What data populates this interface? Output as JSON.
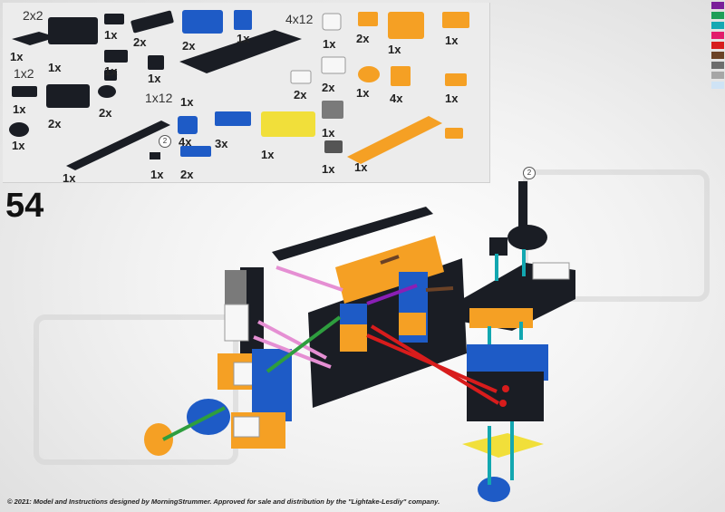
{
  "parts_list": {
    "labels": {
      "dim_2x2": "2x2",
      "dim_1x2": "1x2",
      "dim_4x12": "4x12",
      "dim_1x12": "1x12",
      "callout_2": "2"
    },
    "quantities": [
      "1x",
      "1x",
      "1x",
      "2x",
      "2x",
      "1x",
      "1x",
      "1x",
      "2x",
      "1x",
      "1x",
      "1x",
      "2x",
      "1x",
      "2x",
      "2x",
      "1x",
      "1x",
      "1x",
      "4x",
      "1x",
      "4x",
      "3x",
      "1x",
      "1x",
      "1x",
      "2x",
      "1x",
      "2x",
      "1x",
      "1x"
    ]
  },
  "step_number": "54",
  "footer": "© 2021: Model and Instructions designed by MorningStrummer. Approved for sale and distribution by the \"Lightake-Lesdiy\" company.",
  "colors": {
    "black": "#1a1d24",
    "blue": "#1e5bc6",
    "orange": "#f5a024",
    "yellow": "#f1df3a",
    "white": "#f7f7f7",
    "gray": "#7a7a7a",
    "teal": "#12a7b0",
    "pink": "#e58fd3",
    "green": "#2e9e3e",
    "purple": "#8a1fb5",
    "red": "#d81c1c",
    "brown": "#6b4226"
  },
  "color_swatches": [
    "#7a1f9a",
    "#1d9e57",
    "#14a8b2",
    "#e21d6b",
    "#d71c1c",
    "#6b4226",
    "#6d6d6d",
    "#a6a6a6",
    "#cfe3f5"
  ]
}
